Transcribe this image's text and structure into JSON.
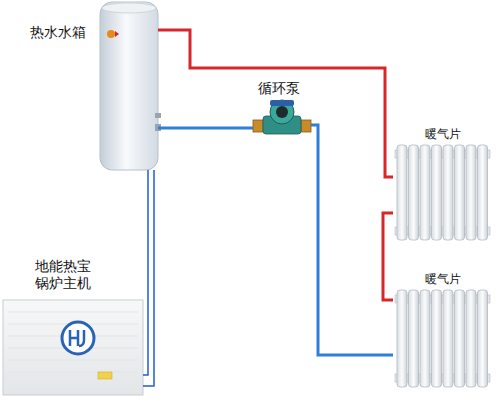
{
  "diagram": {
    "nodes": [
      {
        "text": [
          "热水水箱"
        ]
      },
      {
        "text": [
          "循环泵"
        ]
      },
      {
        "text": [
          "暖气片"
        ]
      },
      {
        "text": [
          "暖气片"
        ]
      },
      {
        "text": [
          "地能热宝 锅炉主机"
        ]
      }
    ],
    "edges": [
      {
        "from": 0,
        "to": 2,
        "arrow": "none"
      },
      {
        "from": 2,
        "to": 3,
        "arrow": "none"
      },
      {
        "from": 3,
        "to": 1,
        "arrow": "none"
      },
      {
        "from": 1,
        "to": 0,
        "arrow": "none"
      },
      {
        "from": 0,
        "to": 4,
        "arrow": "none"
      },
      {
        "from": 0,
        "to": 4,
        "arrow": "none"
      }
    ]
  }
}
